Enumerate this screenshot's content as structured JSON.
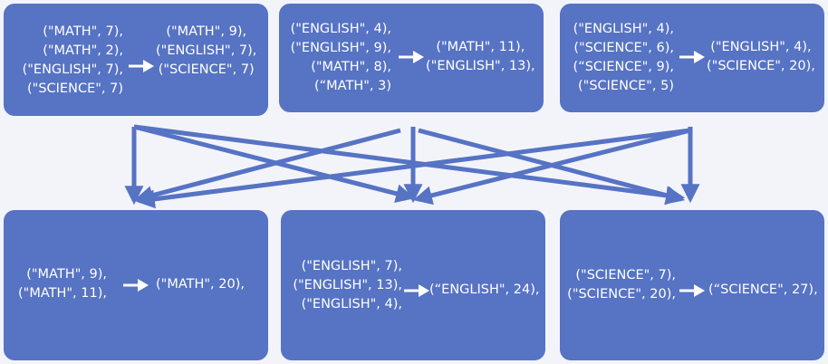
{
  "map_boxes": [
    {
      "inputs": [
        "(\"MATH\", 7),",
        "(\"MATH\", 2),",
        "(\"ENGLISH\", 7),",
        "(\"SCIENCE\", 7)"
      ],
      "outputs": [
        "(\"MATH\", 9),",
        "(\"ENGLISH\", 7),",
        "(\"SCIENCE\", 7)"
      ]
    },
    {
      "inputs": [
        "(\"ENGLISH\", 4),",
        "(\"ENGLISH\", 9),",
        "(\"MATH\", 8),",
        "(“MATH\", 3)"
      ],
      "outputs": [
        "(\"MATH\", 11),",
        "(\"ENGLISH\", 13),"
      ]
    },
    {
      "inputs": [
        "(\"ENGLISH\", 4),",
        "(\"SCIENCE\", 6),",
        "(“SCIENCE\", 9),",
        "(\"SCIENCE\", 5)"
      ],
      "outputs": [
        "(\"ENGLISH\", 4),",
        "(\"SCIENCE\", 20),"
      ]
    }
  ],
  "reduce_boxes": [
    {
      "inputs": [
        "(\"MATH\", 9),",
        "(\"MATH\", 11),"
      ],
      "output": "(\"MATH\", 20),"
    },
    {
      "inputs": [
        "(\"ENGLISH\", 7),",
        "(\"ENGLISH\", 13),",
        "(\"ENGLISH\", 4),"
      ],
      "output": "(“ENGLISH\", 24),"
    },
    {
      "inputs": [
        "(\"SCIENCE\", 7),",
        "(\"SCIENCE\", 20),"
      ],
      "output": "(“SCIENCE\", 27),"
    }
  ],
  "colors": {
    "box_fill": "#5673c4",
    "arrow": "#5673c4",
    "text": "#ffffff",
    "background": "#f3f4fa"
  }
}
